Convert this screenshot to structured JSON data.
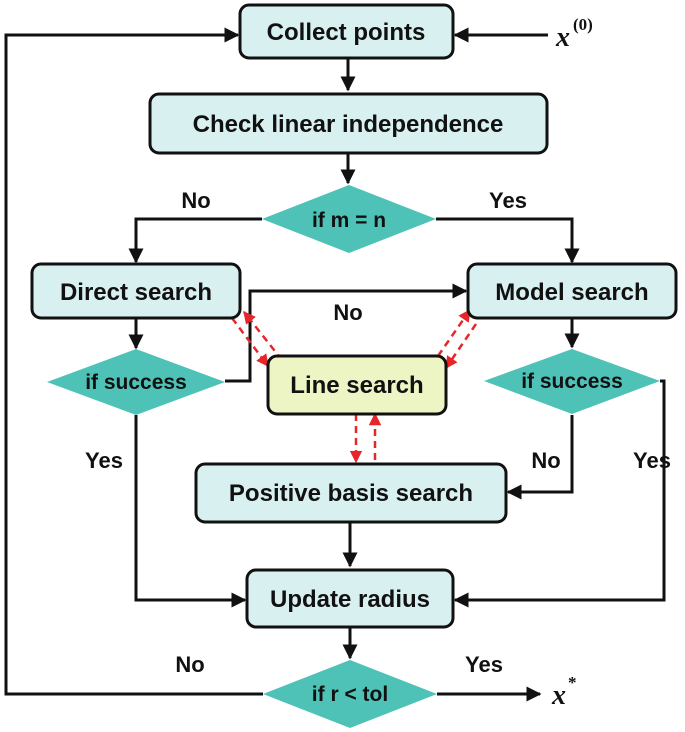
{
  "colors": {
    "box_fill": "#d9f0f1",
    "box_stroke": "#111111",
    "highlight_fill": "#eef5c4",
    "diamond_fill": "#4fc2b8",
    "arrow": "#111111",
    "dashed_arrow": "#e8262a"
  },
  "boxes": {
    "collect": "Collect points",
    "check": "Check linear independence",
    "direct": "Direct search",
    "model": "Model search",
    "line": "Line search",
    "positive": "Positive basis search",
    "update": "Update radius"
  },
  "decisions": {
    "m_eq_n": "if m = n",
    "success_left": "if success",
    "success_right": "if success",
    "r_lt_tol": "if r < tol"
  },
  "labels": {
    "no_left": "No",
    "yes_right": "Yes",
    "no_middle": "No",
    "yes_left": "Yes",
    "no_right_inner": "No",
    "yes_right_outer": "Yes",
    "no_bottom": "No",
    "yes_bottom": "Yes"
  },
  "math": {
    "start_symbol": "x",
    "start_superscript": "(0)",
    "end_symbol": "x",
    "end_superscript": "*"
  }
}
